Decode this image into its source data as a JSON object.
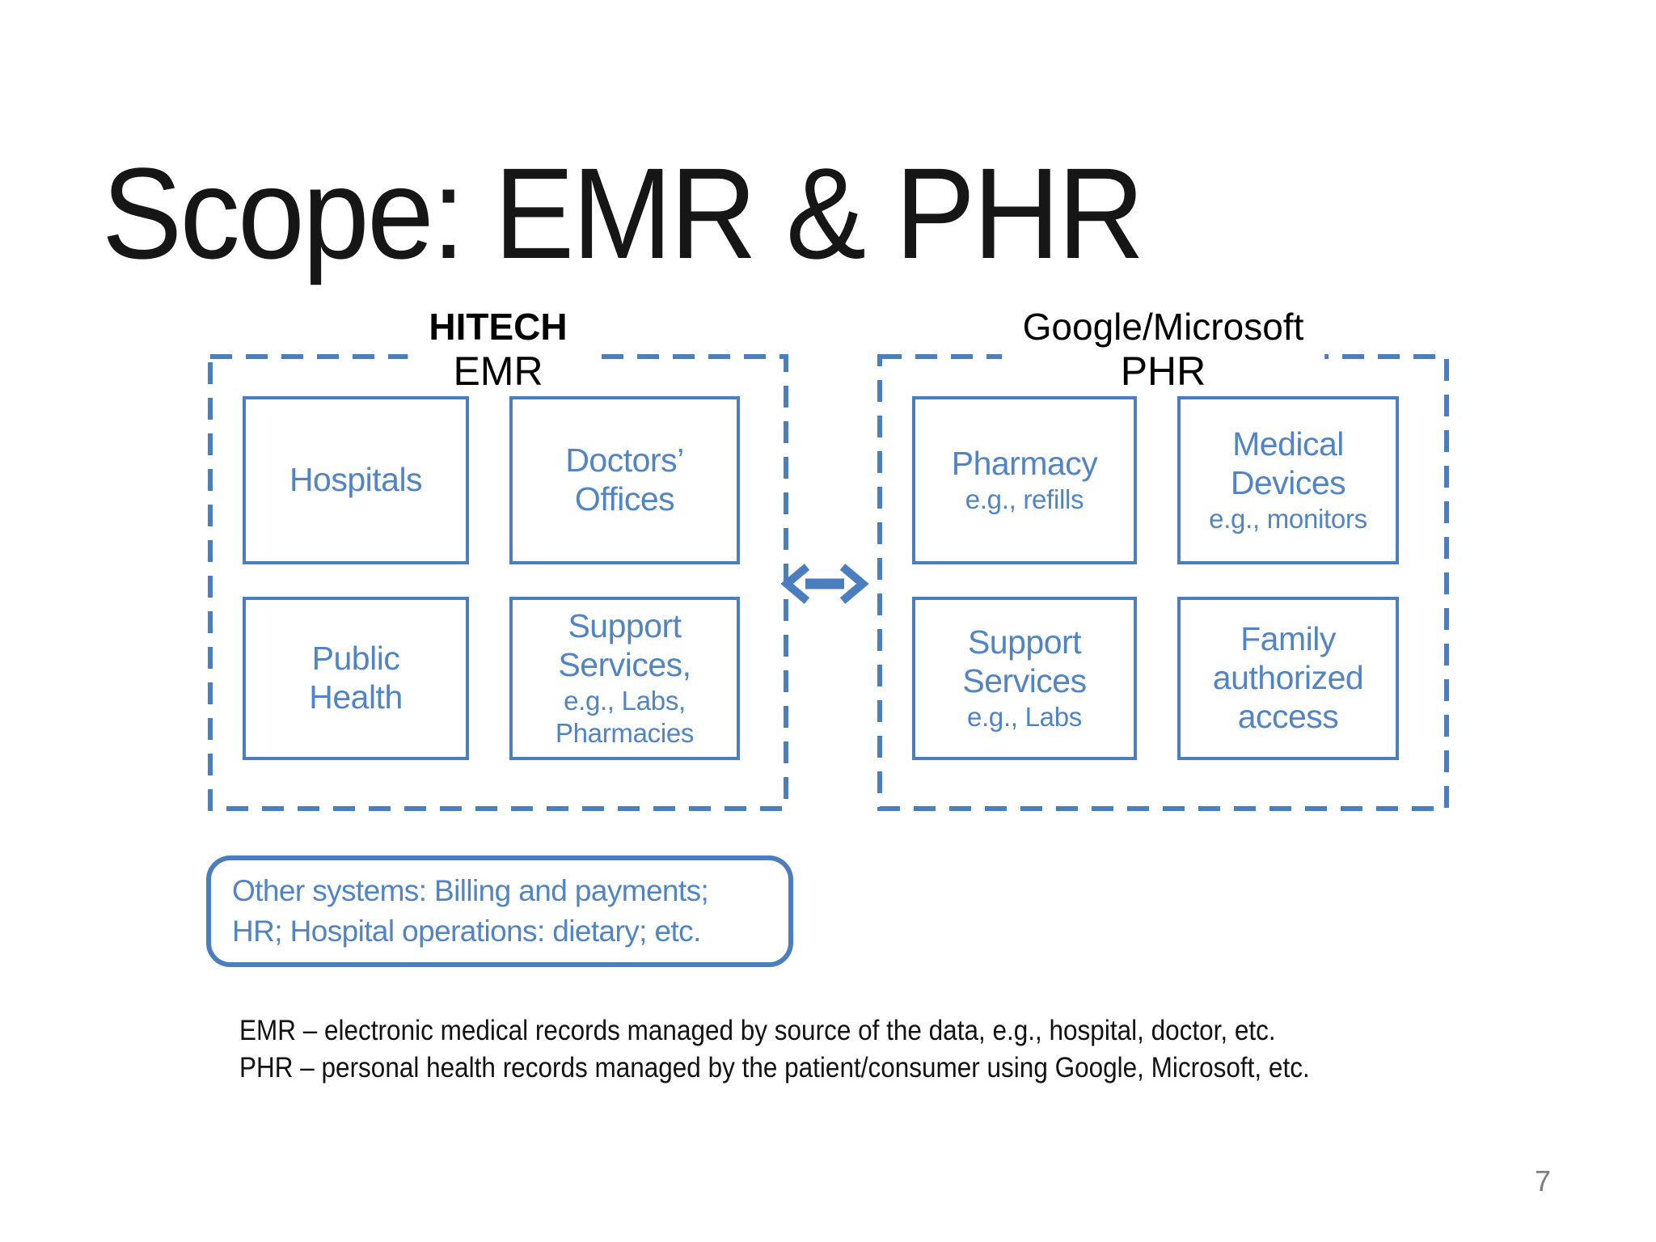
{
  "slide": {
    "title": "Scope: EMR & PHR",
    "page_number": "7"
  },
  "groups": {
    "left": {
      "heading": "HITECH",
      "subheading": "EMR",
      "boxes": [
        {
          "main": [
            "Hospitals"
          ],
          "sub": []
        },
        {
          "main": [
            "Doctors’",
            "Offices"
          ],
          "sub": []
        },
        {
          "main": [
            "Public",
            "Health"
          ],
          "sub": []
        },
        {
          "main": [
            "Support",
            "Services,"
          ],
          "sub": [
            "e.g., Labs,",
            "Pharmacies"
          ]
        }
      ]
    },
    "right": {
      "heading": "Google/Microsoft",
      "subheading": "PHR",
      "boxes": [
        {
          "main": [
            "Pharmacy"
          ],
          "sub": [
            "e.g., refills"
          ]
        },
        {
          "main": [
            "Medical",
            "Devices"
          ],
          "sub": [
            "e.g., monitors"
          ]
        },
        {
          "main": [
            "Support",
            "Services"
          ],
          "sub": [
            "e.g., Labs"
          ]
        },
        {
          "main": [
            "Family",
            "authorized",
            "access"
          ],
          "sub": []
        }
      ]
    }
  },
  "icons": {
    "connector": "left-right-arrow"
  },
  "note_box": {
    "lines": [
      "Other systems: Billing and payments;",
      "HR; Hospital operations: dietary; etc."
    ]
  },
  "definitions": {
    "lines": [
      "EMR – electronic medical records managed by source of the data, e.g., hospital, doctor, etc.",
      "PHR – personal health records managed by the patient/consumer using Google, Microsoft, etc."
    ]
  },
  "colors": {
    "accent_blue_border": "#4a7ebf",
    "accent_blue_text": "#5184c4",
    "title_black": "#161616",
    "page_number_gray": "#7d7d82"
  }
}
